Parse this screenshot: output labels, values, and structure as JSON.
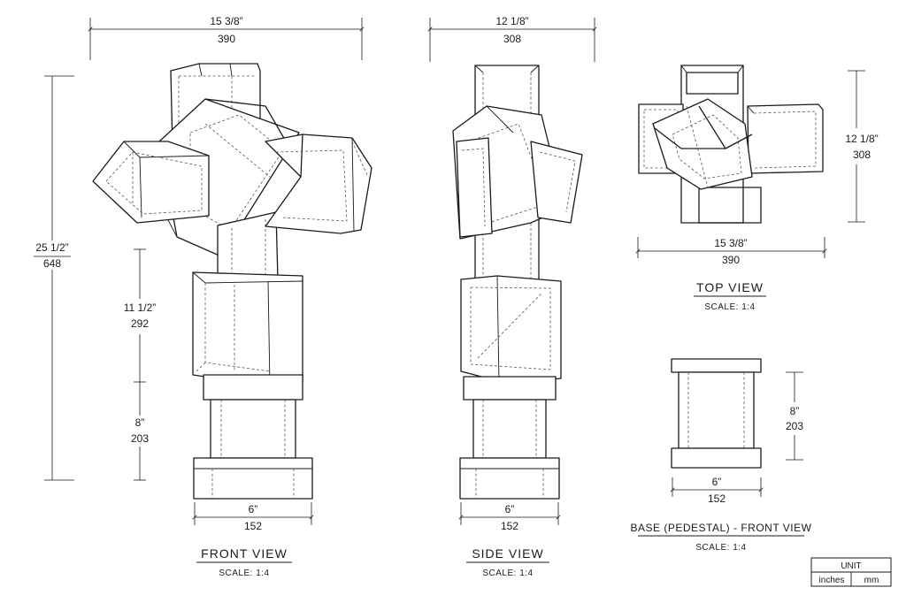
{
  "views": {
    "front": {
      "title": "FRONT VIEW",
      "scale": "SCALE:  1:4",
      "width_in": "15 3/8”",
      "width_mm": "390",
      "height_in": "25 1/2”",
      "height_mm": "648",
      "upper_in": "11 1/2”",
      "upper_mm": "292",
      "base_h_in": "8”",
      "base_h_mm": "203",
      "base_w_in": "6”",
      "base_w_mm": "152"
    },
    "side": {
      "title": "SIDE VIEW",
      "scale": "SCALE:  1:4",
      "width_in": "12 1/8”",
      "width_mm": "308",
      "base_w_in": "6”",
      "base_w_mm": "152"
    },
    "top": {
      "title": "TOP VIEW",
      "scale": "SCALE:  1:4",
      "depth_in": "12 1/8”",
      "depth_mm": "308",
      "width_in": "15 3/8”",
      "width_mm": "390"
    },
    "base": {
      "title": "BASE (PEDESTAL) - FRONT VIEW",
      "scale": "SCALE:  1:4",
      "height_in": "8”",
      "height_mm": "203",
      "width_in": "6”",
      "width_mm": "152"
    }
  },
  "unit_box": {
    "header": "UNIT",
    "left": "inches",
    "right": "mm"
  }
}
